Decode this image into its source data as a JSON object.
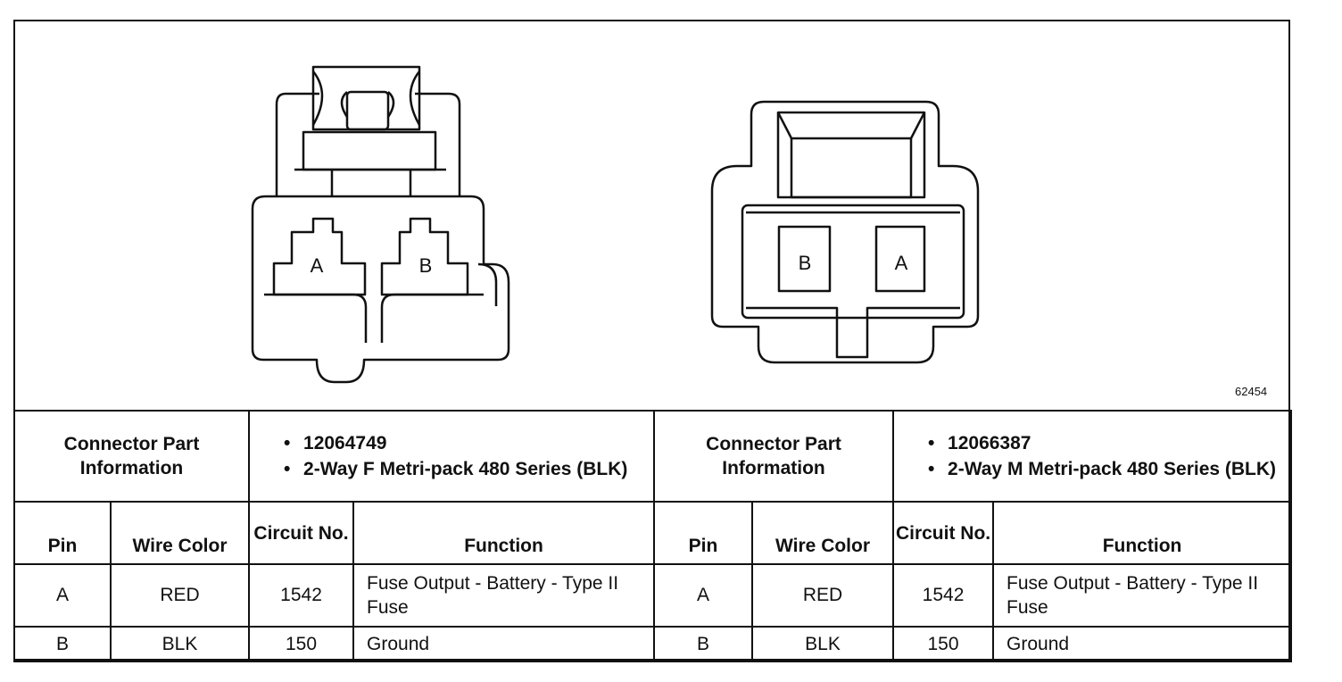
{
  "figure_number": "62454",
  "connectors": [
    {
      "pin_labels": [
        "A",
        "B"
      ],
      "part_info_label": "Connector Part Information",
      "part_numbers": [
        "12064749",
        "2-Way F Metri-pack 480 Series (BLK)"
      ],
      "columns": {
        "pin": "Pin",
        "wire_color": "Wire Color",
        "circuit": "Circuit No.",
        "function": "Function"
      },
      "rows": [
        {
          "pin": "A",
          "wire_color": "RED",
          "circuit": "1542",
          "function": "Fuse Output - Battery - Type II Fuse"
        },
        {
          "pin": "B",
          "wire_color": "BLK",
          "circuit": "150",
          "function": "Ground"
        }
      ]
    },
    {
      "pin_labels": [
        "B",
        "A"
      ],
      "part_info_label": "Connector Part Information",
      "part_numbers": [
        "12066387",
        "2-Way M Metri-pack 480 Series (BLK)"
      ],
      "columns": {
        "pin": "Pin",
        "wire_color": "Wire Color",
        "circuit": "Circuit No.",
        "function": "Function"
      },
      "rows": [
        {
          "pin": "A",
          "wire_color": "RED",
          "circuit": "1542",
          "function": "Fuse Output - Battery - Type II Fuse"
        },
        {
          "pin": "B",
          "wire_color": "BLK",
          "circuit": "150",
          "function": "Ground"
        }
      ]
    }
  ]
}
